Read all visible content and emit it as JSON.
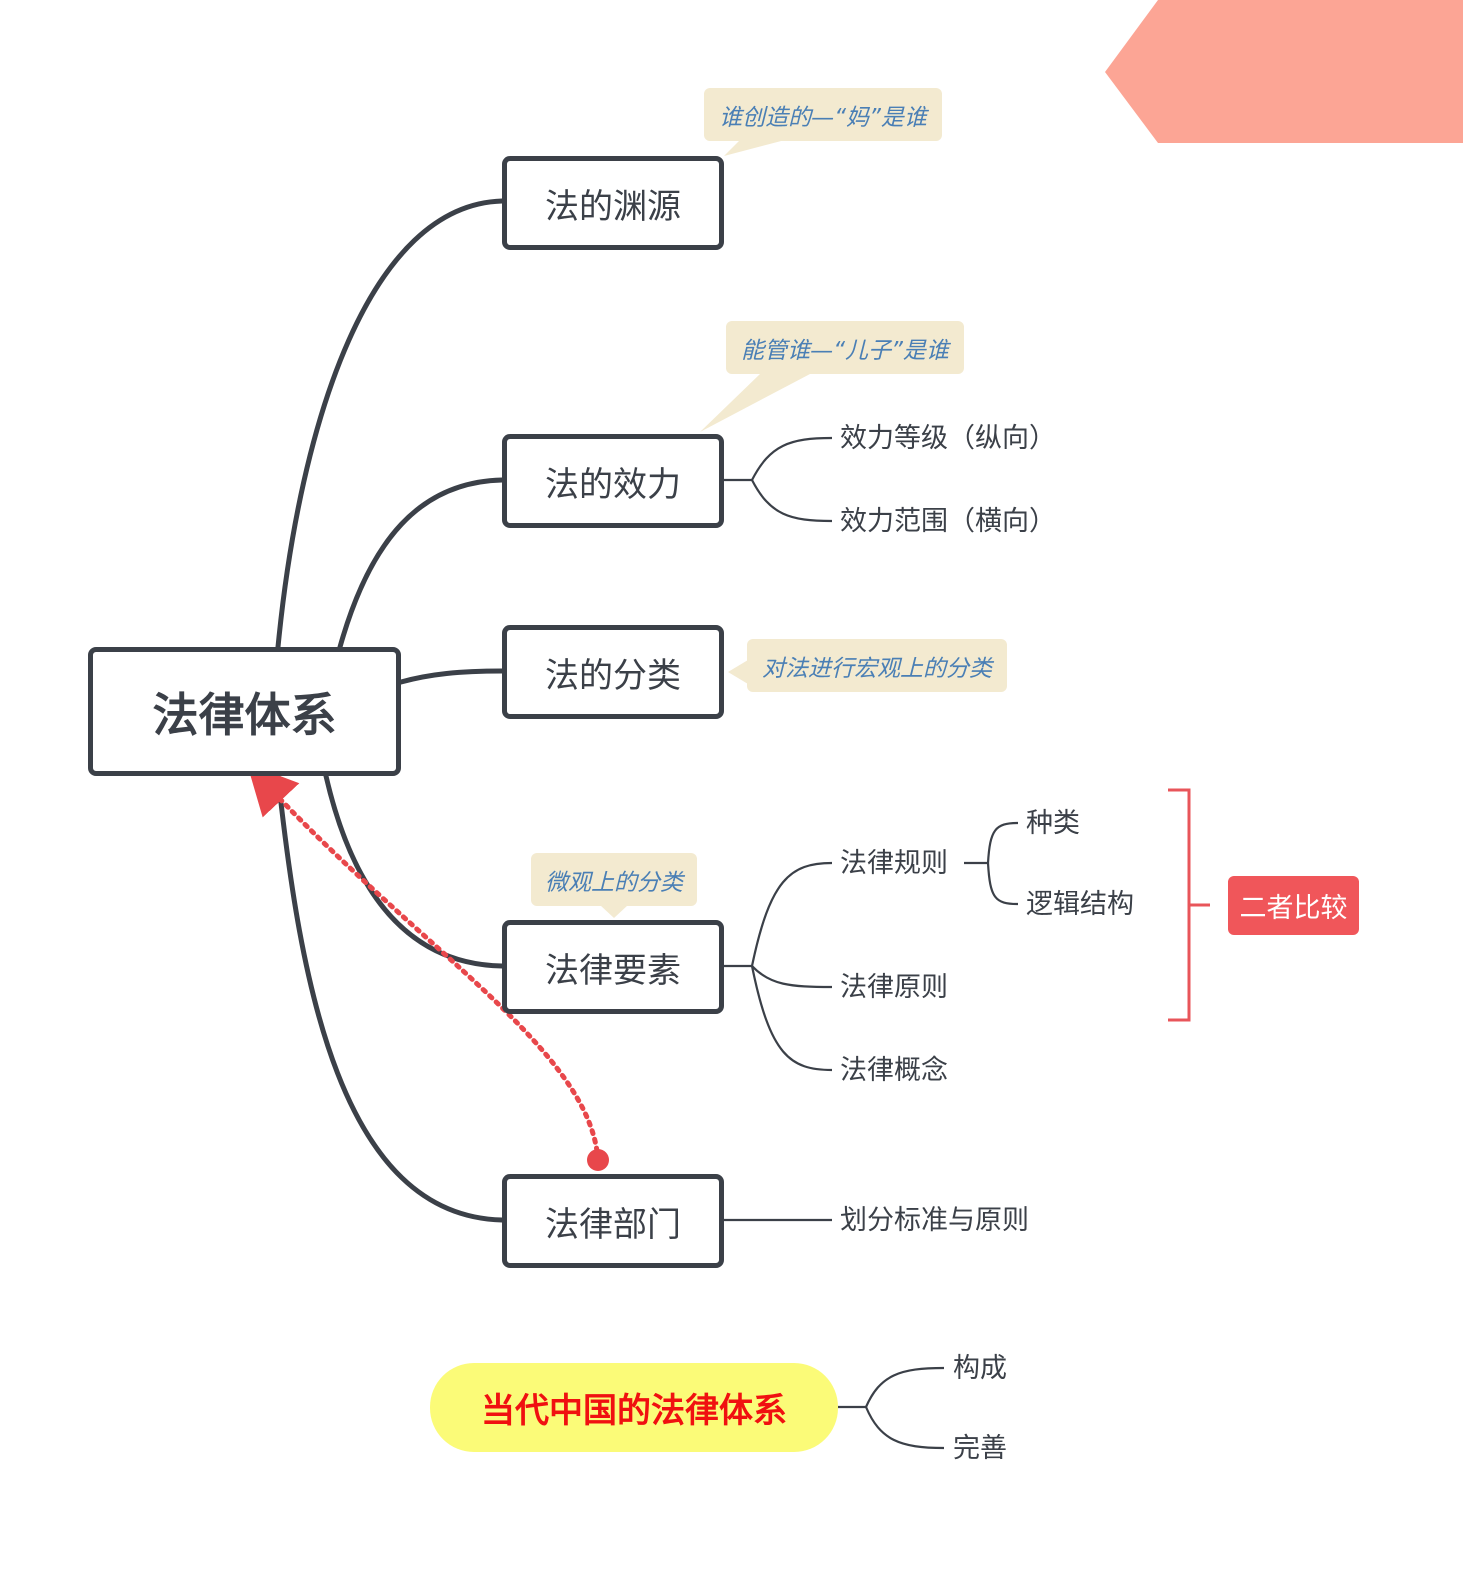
{
  "root": {
    "label": "法律体系"
  },
  "branches": [
    {
      "label": "法的渊源",
      "note": "谁创造的—“妈”是谁"
    },
    {
      "label": "法的效力",
      "note": "能管谁—“儿子”是谁",
      "children": [
        "效力等级（纵向）",
        "效力范围（横向）"
      ]
    },
    {
      "label": "法的分类",
      "note": "对法进行宏观上的分类"
    },
    {
      "label": "法律要素",
      "note": "微观上的分类",
      "children": [
        "法律规则",
        "法律原则",
        "法律概念"
      ],
      "rule_children": [
        "种类",
        "逻辑结构"
      ],
      "comparison": "二者比较"
    },
    {
      "label": "法律部门",
      "children": [
        "划分标准与原则"
      ]
    }
  ],
  "floating_topic": {
    "label": "当代中国的法律体系",
    "children": [
      "构成",
      "完善"
    ]
  },
  "colors": {
    "line": "#3b4048",
    "callout_bg": "#f3ead0",
    "callout_text": "#4a7fb5",
    "bracket": "#e8555a",
    "compare_bg": "#f0565a",
    "relationship": "#e8474b",
    "corner_shape": "#fca595",
    "floating_bg": "#fbfb78",
    "floating_text": "#f01010"
  }
}
